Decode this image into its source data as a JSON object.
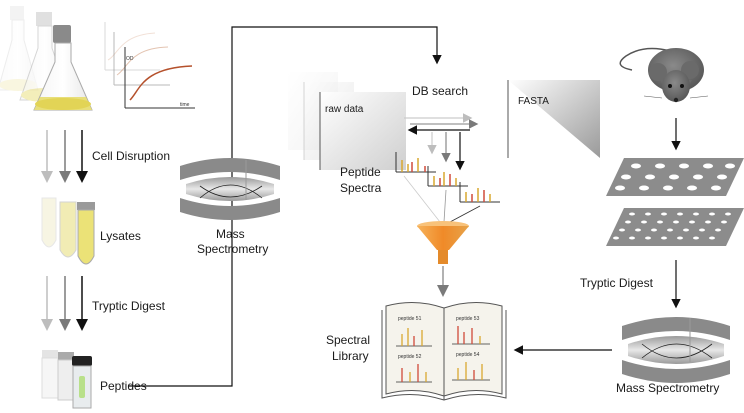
{
  "labels": {
    "cell_disruption": "Cell Disruption",
    "lysates": "Lysates",
    "tryptic_digest_left": "Tryptic Digest",
    "peptides": "Peptides",
    "mass_spec_left_1": "Mass",
    "mass_spec_left_2": "Spectrometry",
    "raw_data": "raw data",
    "db_search": "DB search",
    "fasta": "FASTA",
    "peptide_spectra_1": "Peptide",
    "peptide_spectra_2": "Spectra",
    "spectral_library_1": "Spectral",
    "spectral_library_2": "Library",
    "tryptic_digest_right": "Tryptic Digest",
    "mass_spec_right": "Mass Spectrometry",
    "graph_od": "OD",
    "graph_time": "time"
  },
  "book_pages": {
    "p1": "peptide 51",
    "p2": "peptide 53",
    "p3": "peptide 52",
    "p4": "peptide 54"
  },
  "colors": {
    "arrow_dark": "#111111",
    "arrow_mid": "#7a7a7a",
    "arrow_light": "#bdbdbd",
    "culture_yellow": "#e8df7a",
    "funnel_orange": "#f0a040",
    "spectra_gold": "#d9a830",
    "spectra_red": "#d04a3a",
    "mouse_gray": "#6f6f6f",
    "plate_gray": "#8c8c8c"
  }
}
